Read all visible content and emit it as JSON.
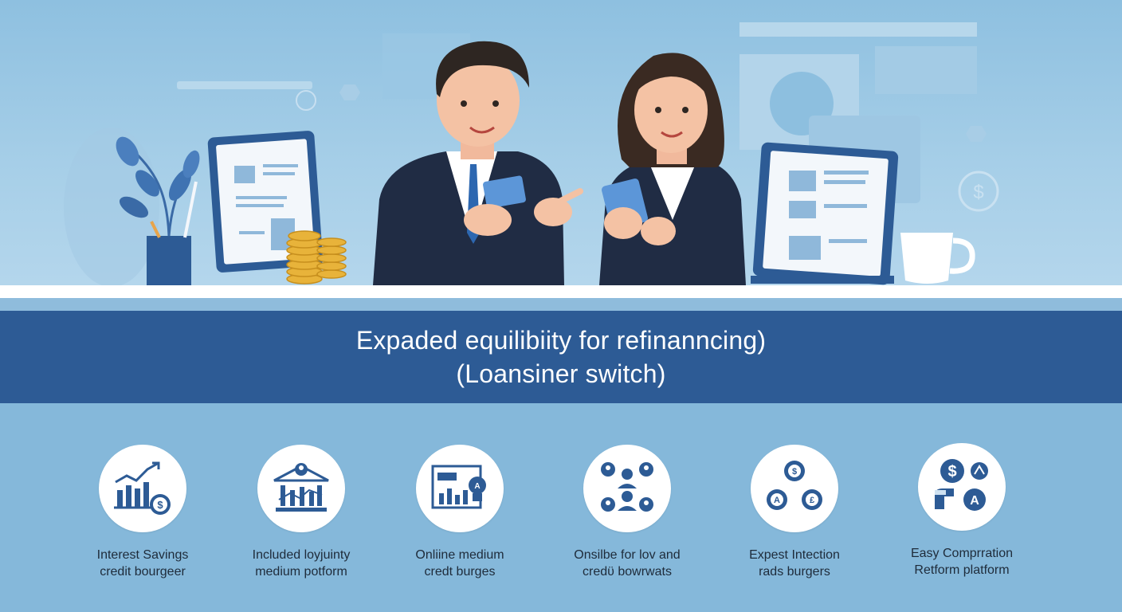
{
  "banner": {
    "line1": "Expaded equilibiity  for refinanncing)",
    "line2": "(Loansiner switch)"
  },
  "features": [
    {
      "icon": "growth-chart-dollar-gear-icon",
      "line1": "Interest Savings",
      "line2": "credit bourgeer"
    },
    {
      "icon": "bank-building-chart-icon",
      "line1": "Included loyjuinty",
      "line2": "medium potform"
    },
    {
      "icon": "online-dashboard-chart-icon",
      "line1": "Onliine medium",
      "line2": "credt burges"
    },
    {
      "icon": "users-network-icon",
      "line1": "Onsilbe for lov and",
      "line2": "credϋ bowrwats"
    },
    {
      "icon": "gears-currency-icon",
      "line1": "Expest Intection",
      "line2": "rads burgers"
    },
    {
      "icon": "currency-comparison-icon",
      "line1": "Easy Comprration",
      "line2": "Retform platform"
    }
  ],
  "colors": {
    "banner": "#2d5b95",
    "icon": "#2d5b95",
    "background": "#85b8da",
    "scene": "#a7cfe8"
  }
}
